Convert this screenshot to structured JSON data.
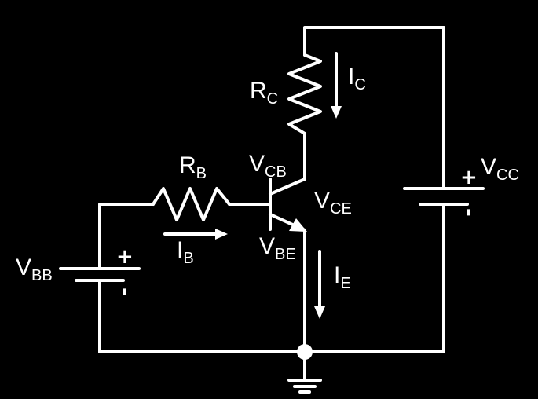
{
  "diagram": {
    "background": "#000000",
    "line_color": "#ffffff",
    "labels": {
      "rc": {
        "main": "R",
        "sub": "C"
      },
      "ic": {
        "main": "I",
        "sub": "C"
      },
      "rb": {
        "main": "R",
        "sub": "B"
      },
      "ib": {
        "main": "I",
        "sub": "B"
      },
      "vcb": {
        "main": "V",
        "sub": "CB"
      },
      "vce": {
        "main": "V",
        "sub": "CE"
      },
      "vbe": {
        "main": "V",
        "sub": "BE"
      },
      "ie": {
        "main": "I",
        "sub": "E"
      },
      "vbb": {
        "main": "V",
        "sub": "BB"
      },
      "vcc": {
        "main": "V",
        "sub": "CC"
      }
    },
    "polarity": {
      "vbb_plus": "+",
      "vbb_minus": "-",
      "vcc_plus": "+",
      "vcc_minus": "-"
    },
    "icons": {
      "npn_transistor": "npn-transistor-icon",
      "ground": "ground-icon",
      "resistor": "resistor-icon",
      "battery": "battery-icon"
    }
  }
}
